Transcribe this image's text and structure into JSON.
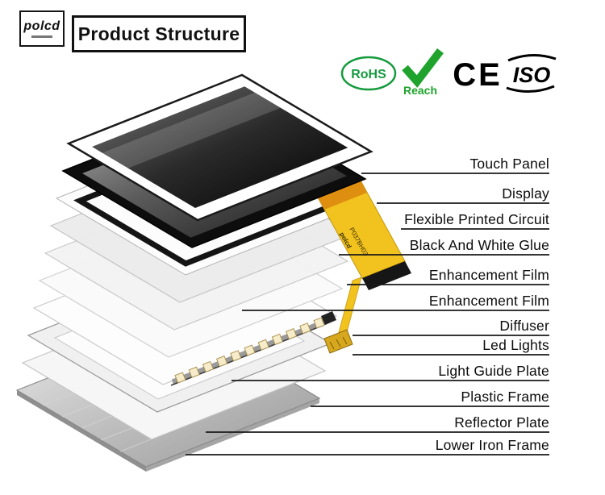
{
  "title": "Product Structure",
  "logo": {
    "text": "polcd"
  },
  "certs": {
    "rohs": "RoHS",
    "reach": "Reach",
    "ce": "CE",
    "iso": "ISO"
  },
  "fpc": {
    "line1": "polcd",
    "line2": "P037BH03"
  },
  "labels": [
    "Touch Panel",
    "Display",
    "Flexible Printed Circuit",
    "Black And White Glue",
    "Enhancement Film",
    "Enhancement Film",
    "Diffuser",
    "Led Lights",
    "Light Guide Plate",
    "Plastic Frame",
    "Reflector Plate",
    "Lower Iron Frame"
  ],
  "colors": {
    "cert_green": "#169b3e",
    "check_green": "#1fa32c",
    "fpc_yellow": "#f2c21f",
    "line_black": "#1a1a1a"
  }
}
